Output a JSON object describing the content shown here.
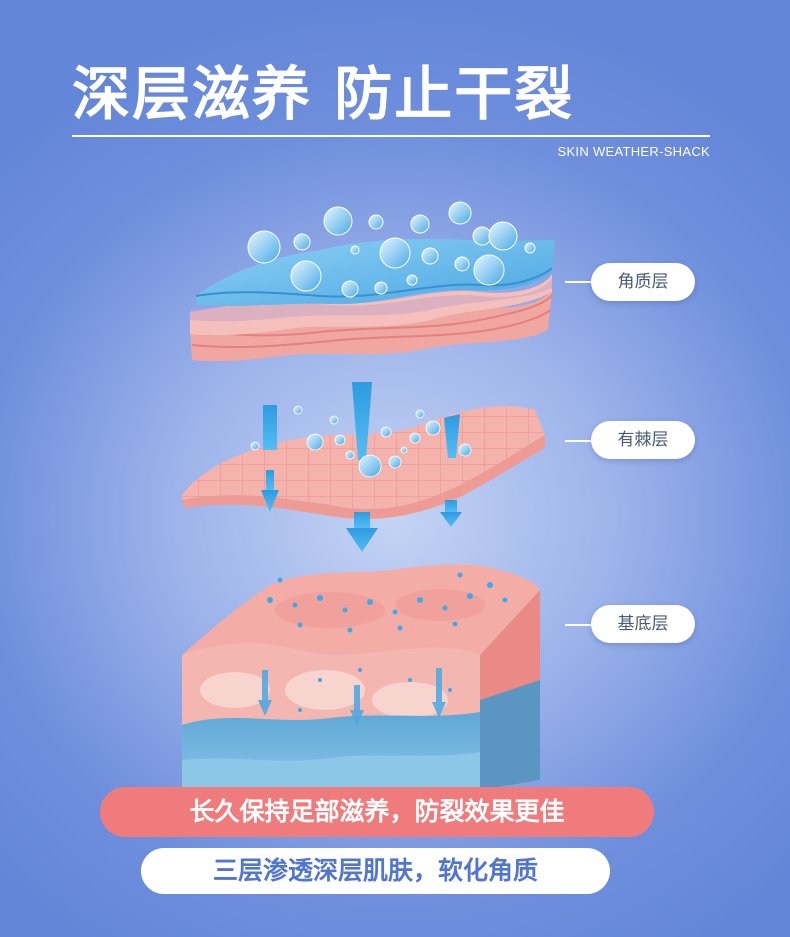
{
  "header": {
    "title": "深层滋养  防止干裂",
    "subtitle": "SKIN WEATHER-SHACK"
  },
  "layers": [
    {
      "label": "角质层"
    },
    {
      "label": "有棘层"
    },
    {
      "label": "基底层"
    }
  ],
  "banners": {
    "primary": "长久保持足部滋养，防裂效果更佳",
    "secondary": "三层渗透深层肌肤，软化角质"
  },
  "colors": {
    "background": "#6f8fdd",
    "banner_red": "#f07b7c",
    "banner_text_blue": "#5276d0",
    "skin_pink": "#f2aca7",
    "moisture_blue": "#3fa9e8"
  }
}
